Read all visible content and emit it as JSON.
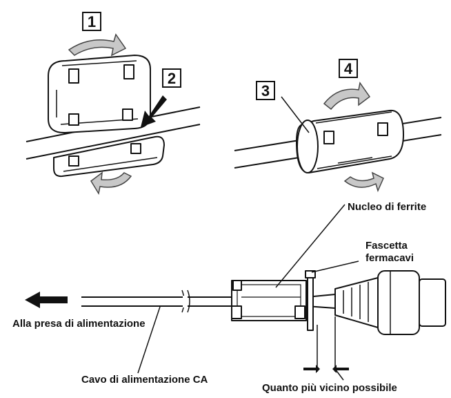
{
  "steps": {
    "s1": "1",
    "s2": "2",
    "s3": "3",
    "s4": "4"
  },
  "labels": {
    "ferrite_core": "Nucleo di ferrite",
    "cable_tie_line1": "Fascetta",
    "cable_tie_line2": "fermacavi",
    "to_outlet": "Alla presa di alimentazione",
    "ac_cable": "Cavo di alimentazione CA",
    "distance": "Quanto più vicino possibile"
  }
}
